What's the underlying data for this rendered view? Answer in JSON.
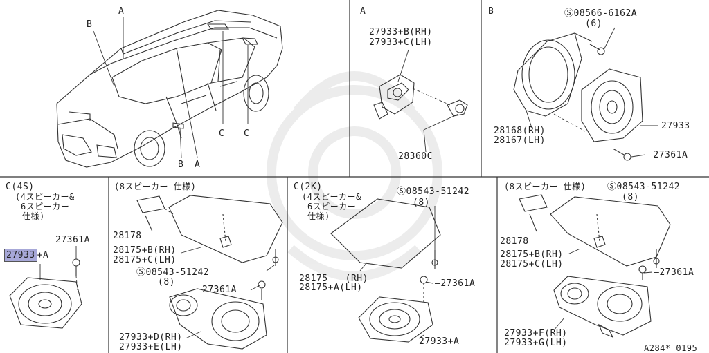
{
  "diagram": {
    "reference_code": "A284* 0195"
  },
  "car": {
    "callout_a_top": "A",
    "callout_b_top": "B",
    "callout_c_1": "C",
    "callout_c_2": "C",
    "callout_b_bottom": "B",
    "callout_a_bottom": "A"
  },
  "panel_a": {
    "title": "A",
    "part_rh": "27933+B(RH)",
    "part_lh": "27933+C(LH)",
    "part_clip": "28360C"
  },
  "panel_b": {
    "title": "B",
    "screw": "Ⓢ08566-6162A",
    "screw_qty": "(6)",
    "bracket_rh": "28168(RH)",
    "bracket_lh": "28167(LH)",
    "speaker": "27933",
    "bolt": "—27361A"
  },
  "panel_c4s": {
    "title": "C(4S)",
    "note_line1": "(4スピーカー&",
    "note_line2": "6スピーカー",
    "note_line3": "仕様)",
    "bolt": "27361A",
    "speaker_highlight": "27933",
    "speaker_suffix": "+A"
  },
  "panel_8sp_left": {
    "title": "(8スピーカー 仕様)",
    "handle": "28178",
    "cover_rh": "28175+B(RH)",
    "cover_lh": "28175+C(LH)",
    "screw": "Ⓢ08543-51242",
    "screw_qty": "(8)",
    "bolt": "27361A",
    "speaker_rh": "27933+D(RH)",
    "speaker_lh": "27933+E(LH)"
  },
  "panel_c2k": {
    "title": "C(2K)",
    "note_line1": "(4スピーカー&",
    "note_line2": "6スピーカー",
    "note_line3": "仕様)",
    "screw": "Ⓢ08543-51242",
    "screw_qty": "(8)",
    "cover_rh": "28175   (RH)",
    "cover_lh": "28175+A(LH)",
    "bolt": "—27361A",
    "speaker": "27933+A"
  },
  "panel_8sp_right": {
    "title": "(8スピーカー 仕様)",
    "screw": "Ⓢ08543-51242",
    "screw_qty": "(8)",
    "handle": "28178",
    "cover_rh": "28175+B(RH)",
    "cover_lh": "28175+C(LH)",
    "bolt": "—27361A",
    "speaker_rh": "27933+F(RH)",
    "speaker_lh": "27933+G(LH)"
  }
}
